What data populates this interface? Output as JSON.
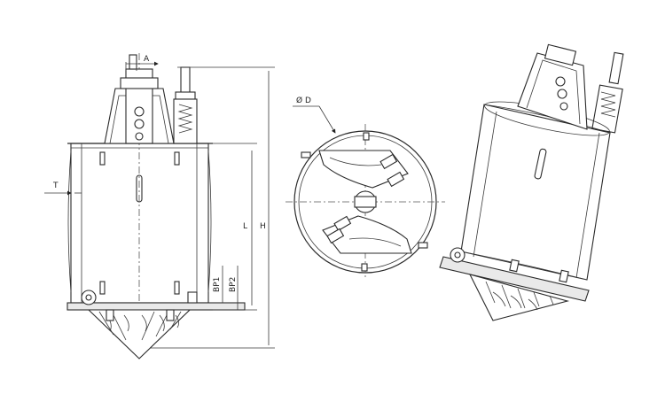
{
  "labels": {
    "a": "A",
    "t": "T",
    "l": "L",
    "h": "H",
    "bp1": "BP1",
    "bp2": "BP2",
    "d": "Ø D"
  }
}
